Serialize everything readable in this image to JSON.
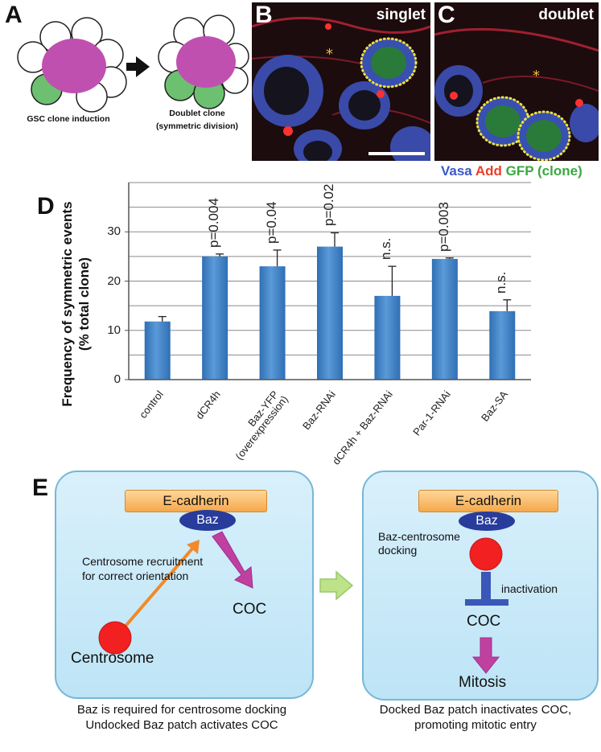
{
  "panel_letters": {
    "a": "A",
    "b": "B",
    "c": "C",
    "d": "D",
    "e": "E"
  },
  "panel_a": {
    "caption_left": "GSC clone induction",
    "caption_right_line1": "Doublet clone",
    "caption_right_line2": "(symmetric division)",
    "hub_color": "#c050b0",
    "clone_color": "#6cc070"
  },
  "panel_b": {
    "label": "singlet"
  },
  "panel_c": {
    "label": "doublet"
  },
  "stain_legend": {
    "vasa": "Vasa",
    "add": "Add",
    "gfp": "GFP (clone)",
    "vasa_color": "#3a58c8",
    "add_color": "#e8402a",
    "gfp_color": "#3aa840"
  },
  "chart_data": {
    "type": "bar",
    "ylabel_line1": "Frequency of symmetric events",
    "ylabel_line2": "(% total clone)",
    "ylim": [
      0,
      40
    ],
    "yticks": [
      0,
      10,
      20,
      30
    ],
    "grid": true,
    "bar_color": "#4a86c8",
    "categories": [
      "control",
      "dCR4h",
      "Baz-YFP\n(overexpression)",
      "Baz-RNAi",
      "dCR4h + Baz-RNAi",
      "Par-1-RNAi",
      "Baz-SA"
    ],
    "values": [
      11.8,
      25.0,
      23.0,
      27.0,
      17.0,
      24.5,
      13.9
    ],
    "errors": [
      1.0,
      0.5,
      3.3,
      2.8,
      6.0,
      0.2,
      2.3
    ],
    "annotations": [
      "",
      "p=0.004",
      "p=0.04",
      "p=0.02",
      "n.s.",
      "p=0.003",
      "n.s."
    ]
  },
  "panel_e": {
    "left": {
      "ecad": "E-cadherin",
      "baz": "Baz",
      "recruit_line1": "Centrosome recruitment",
      "recruit_line2": "for correct orientation",
      "coc": "COC",
      "centrosome": "Centrosome",
      "caption_line1": "Baz is required for centrosome docking",
      "caption_line2": "Undocked Baz patch activates COC"
    },
    "right": {
      "ecad": "E-cadherin",
      "baz": "Baz",
      "docking_line1": "Baz-centrosome",
      "docking_line2": "docking",
      "inactivation": "inactivation",
      "coc": "COC",
      "mitosis": "Mitosis",
      "caption_line1": "Docked Baz patch inactivates COC,",
      "caption_line2": "promoting mitotic entry"
    }
  }
}
